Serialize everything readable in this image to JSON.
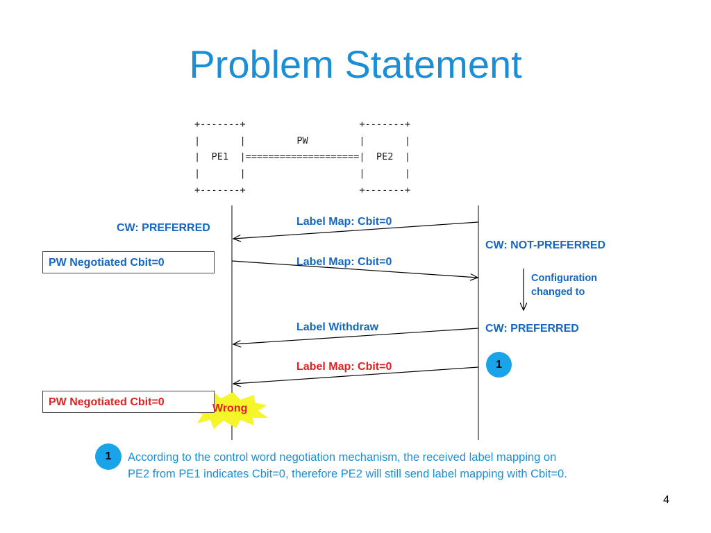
{
  "title": "Problem Statement",
  "topology": {
    "ascii_lines": [
      "+-------+                    +-------+",
      "|       |         PW         |       |",
      "|  PE1  |====================|  PE2  |",
      "|       |                    |       |",
      "+-------+                    +-------+"
    ]
  },
  "pe1_side": {
    "cw_preferred": "CW: PREFERRED",
    "negotiated_box_1": "PW Negotiated Cbit=0",
    "negotiated_box_2": "PW Negotiated Cbit=0"
  },
  "pe2_side": {
    "cw_not_preferred": "CW: NOT-PREFERRED",
    "config_changed": "Configuration changed to",
    "cw_preferred": "CW: PREFERRED"
  },
  "messages": {
    "label_map_1": "Label Map: Cbit=0",
    "label_map_2": "Label Map: Cbit=0",
    "label_withdraw": "Label Withdraw",
    "label_map_3": "Label Map: Cbit=0"
  },
  "wrong_burst": "Wrong",
  "step_marker": "1",
  "note_marker": "1",
  "note_text": "According to the control word negotiation mechanism, the received label mapping on PE2 from PE1 indicates Cbit=0, therefore PE2 will still send label mapping with Cbit=0.",
  "page_number": "4",
  "colors": {
    "title": "#1a8fd6",
    "label_blue": "#1566c0",
    "alert_red": "#e02020",
    "marker": "#19a3e8",
    "burst": "#f5f52a"
  }
}
